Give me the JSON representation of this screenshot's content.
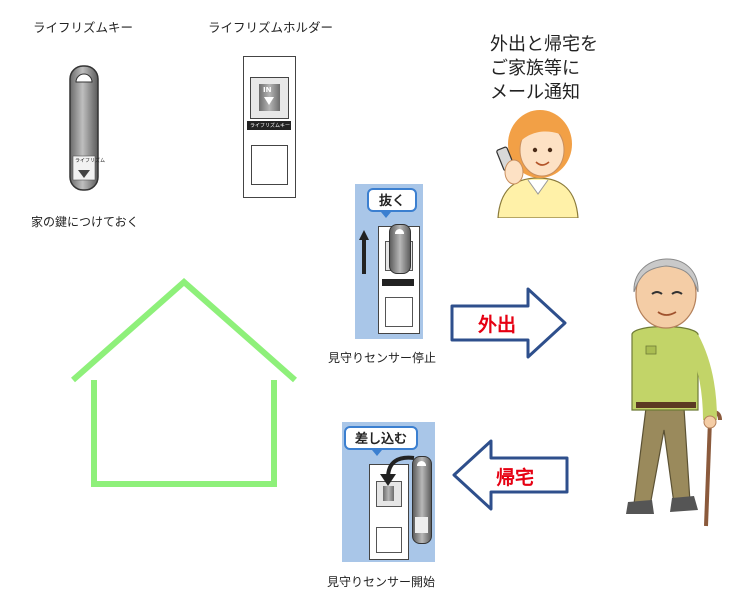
{
  "labels": {
    "key_title": "ライフリズムキー",
    "holder_title": "ライフリズムホルダー",
    "key_note": "家の鍵につけておく",
    "sensor_stop": "見守りセンサー停止",
    "sensor_start": "見守りセンサー開始"
  },
  "message": {
    "line1": "外出と帰宅を",
    "line2": "ご家族等に",
    "line3": "メール通知"
  },
  "steps": {
    "pull": "抜く",
    "insert": "差し込む"
  },
  "arrows": {
    "go_out": "外出",
    "return_home": "帰宅"
  },
  "device": {
    "in_mark": "IN",
    "key_tag": "ライフリズムキー",
    "key_body_text": "ライフリズム"
  },
  "colors": {
    "house": "#8ef07a",
    "arrow_border": "#2e4f8c",
    "arrow_text": "#e60012",
    "panel_bg": "#a9c6e8"
  }
}
